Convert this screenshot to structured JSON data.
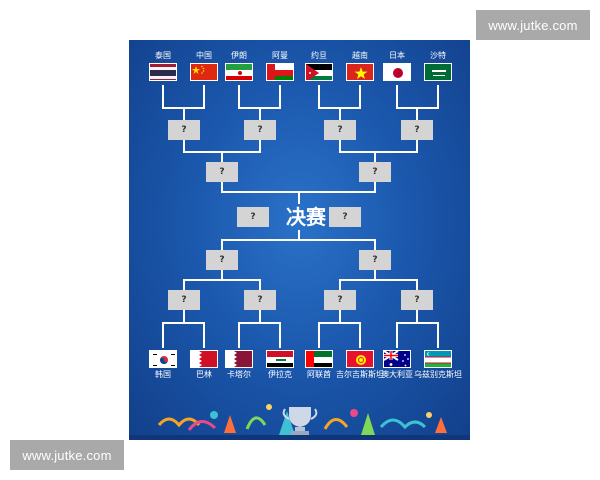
{
  "watermarks": {
    "top": "www.jutke.com",
    "bottom": "www.jutke.com"
  },
  "bracket": {
    "final_label": "决赛",
    "placeholder": "?",
    "top_teams": [
      {
        "name": "泰国",
        "flag": "thailand-flag"
      },
      {
        "name": "中国",
        "flag": "china-flag"
      },
      {
        "name": "伊朗",
        "flag": "iran-flag"
      },
      {
        "name": "阿曼",
        "flag": "oman-flag"
      },
      {
        "name": "约旦",
        "flag": "jordan-flag"
      },
      {
        "name": "越南",
        "flag": "vietnam-flag"
      },
      {
        "name": "日本",
        "flag": "japan-flag"
      },
      {
        "name": "沙特",
        "flag": "saudi-arabia-flag"
      }
    ],
    "bottom_teams": [
      {
        "name": "韩国",
        "flag": "south-korea-flag"
      },
      {
        "name": "巴林",
        "flag": "bahrain-flag"
      },
      {
        "name": "卡塔尔",
        "flag": "qatar-flag"
      },
      {
        "name": "伊拉克",
        "flag": "iraq-flag"
      },
      {
        "name": "阿联酋",
        "flag": "uae-flag"
      },
      {
        "name": "吉尔吉斯斯坦",
        "flag": "kyrgyzstan-flag"
      },
      {
        "name": "澳大利亚",
        "flag": "australia-flag"
      },
      {
        "name": "乌兹别克斯坦",
        "flag": "uzbekistan-flag"
      }
    ],
    "colors": {
      "background": "#1b58ad",
      "box": "#d4d4d4",
      "line": "#ffffff"
    }
  }
}
